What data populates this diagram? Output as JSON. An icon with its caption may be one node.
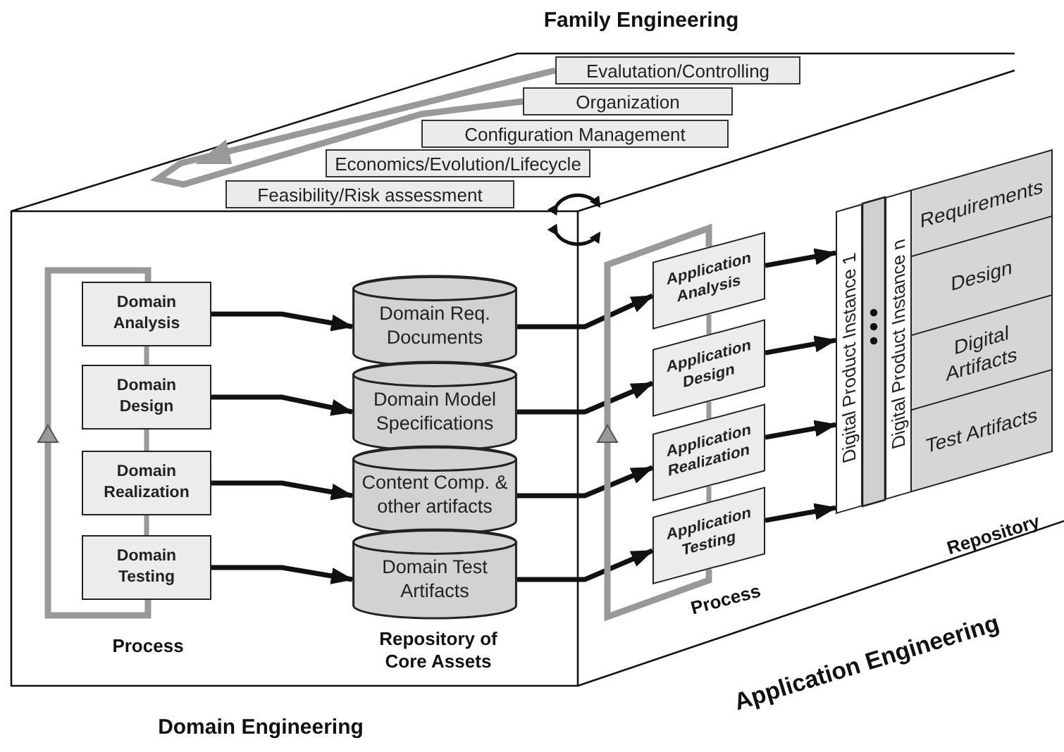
{
  "diagram": {
    "nodes": [
      {
        "text": [
          "Evalutation/Controlling"
        ]
      },
      {
        "text": [
          "Organization"
        ]
      },
      {
        "text": [
          "Configuration Management"
        ]
      },
      {
        "text": [
          "Economics/Evolution/Lifecycle"
        ]
      },
      {
        "text": [
          "Feasibility/Risk assessment"
        ]
      },
      {
        "text": [
          "Domain Analysis"
        ]
      },
      {
        "text": [
          "Domain Design"
        ]
      },
      {
        "text": [
          "Domain Realization"
        ]
      },
      {
        "text": [
          "Domain Testing"
        ]
      },
      {
        "text": [
          "Domain Req. Documents"
        ]
      },
      {
        "text": [
          "Domain Model Specifications"
        ]
      },
      {
        "text": [
          "Content Comp. & other artifacts"
        ]
      },
      {
        "text": [
          "Domain Test Artifacts"
        ]
      },
      {
        "text": [
          "Application Analysis"
        ]
      },
      {
        "text": [
          "Application Design"
        ]
      },
      {
        "text": [
          "Application Realization"
        ]
      },
      {
        "text": [
          "Application Testing"
        ]
      },
      {
        "text": [
          "Digital Product Instance 1"
        ]
      },
      {
        "text": [
          "Digital Product Instance n"
        ]
      },
      {
        "text": [
          "Requirements"
        ],
        "in": 18
      },
      {
        "text": [
          "Design"
        ],
        "in": 18
      },
      {
        "text": [
          "Digital Artifacts"
        ],
        "in": 18
      },
      {
        "text": [
          "Test Artifacts"
        ],
        "in": 18
      }
    ],
    "edges": [
      {
        "from": 5,
        "to": 9,
        "arrow": "to"
      },
      {
        "from": 6,
        "to": 10,
        "arrow": "to"
      },
      {
        "from": 7,
        "to": 11,
        "arrow": "to"
      },
      {
        "from": 8,
        "to": 12,
        "arrow": "to"
      },
      {
        "from": 9,
        "to": 13,
        "arrow": "to"
      },
      {
        "from": 10,
        "to": 14,
        "arrow": "to"
      },
      {
        "from": 11,
        "to": 15,
        "arrow": "to"
      },
      {
        "from": 12,
        "to": 16,
        "arrow": "to"
      },
      {
        "from": 13,
        "to": 17,
        "arrow": "to"
      },
      {
        "from": 14,
        "to": 17,
        "arrow": "to"
      },
      {
        "from": 15,
        "to": 17,
        "arrow": "to"
      },
      {
        "from": 16,
        "to": 17,
        "arrow": "to"
      },
      {
        "from": 5,
        "to": 6,
        "arrow": "none",
        "color": "#999999"
      },
      {
        "from": 6,
        "to": 7,
        "arrow": "none",
        "color": "#999999"
      },
      {
        "from": 7,
        "to": 8,
        "arrow": "none",
        "color": "#999999"
      },
      {
        "from": 13,
        "to": 14,
        "arrow": "none",
        "color": "#999999"
      },
      {
        "from": 14,
        "to": 15,
        "arrow": "none",
        "color": "#999999"
      },
      {
        "from": 15,
        "to": 16,
        "arrow": "none",
        "color": "#999999"
      },
      {
        "from": 8,
        "to": 5,
        "arrow": "to",
        "color": "#999999"
      },
      {
        "from": 16,
        "to": 13,
        "arrow": "to",
        "color": "#999999"
      },
      {
        "from": 0,
        "to": 1,
        "arrow": "to",
        "color": "#999999"
      }
    ],
    "labels": [
      "Family Engineering",
      "Process",
      "Repository of Core Assets",
      "Process",
      "Repository",
      "Application Engineering",
      "Domain Engineering"
    ]
  }
}
